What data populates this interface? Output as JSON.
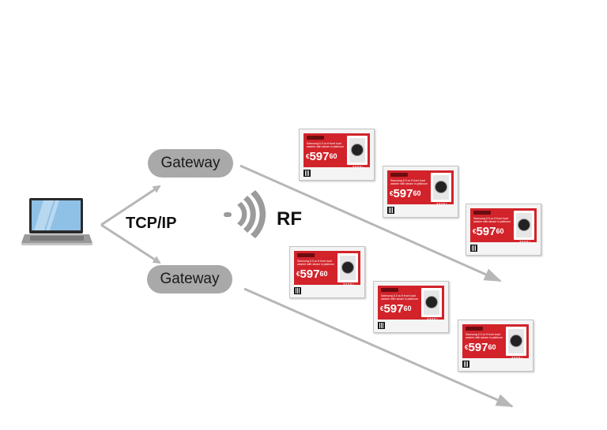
{
  "labels": {
    "gateway_top": "Gateway",
    "gateway_bottom": "Gateway",
    "protocol": "TCP/IP",
    "wireless": "RF"
  },
  "esl_tag": {
    "description": "Samsung 6.3 cu ft front load washer with steam in platinum",
    "currency": "€",
    "price_main": "597",
    "price_cents": "60"
  },
  "colors": {
    "arrow": "#b7b7b7",
    "gateway_fill": "#a9a9a9",
    "tag_red": "#d2232a"
  },
  "icons": [
    "laptop-icon",
    "rf-signal-icon",
    "washing-machine-icon"
  ]
}
